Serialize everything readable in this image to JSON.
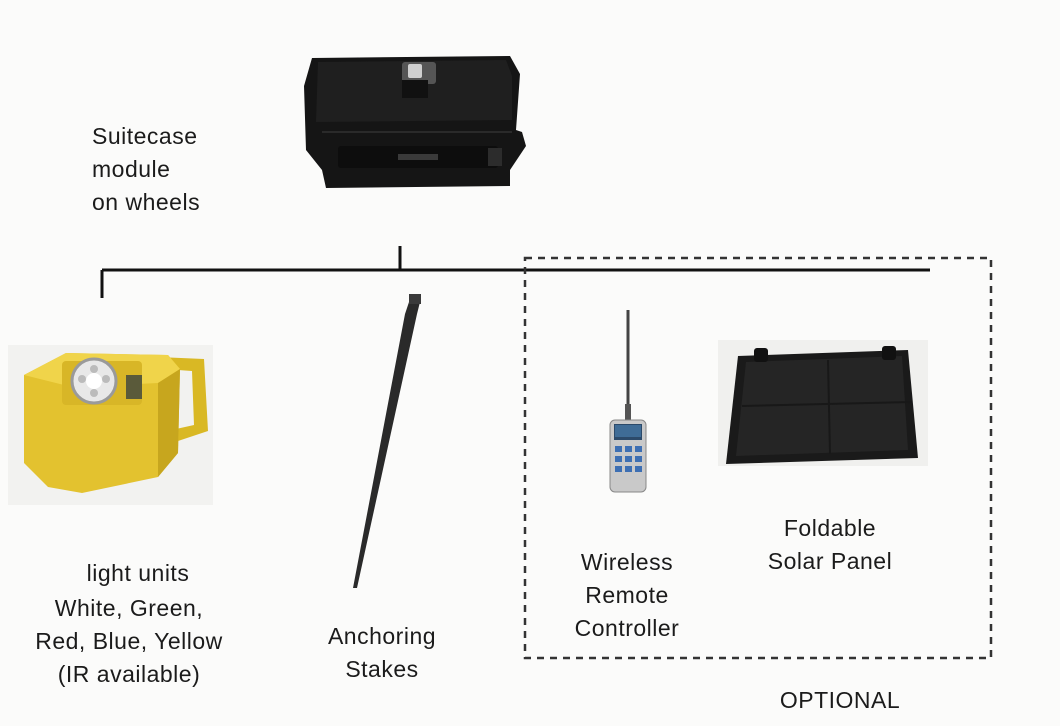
{
  "suitcase": {
    "label": "Suitecase\nmodule\non wheels"
  },
  "light_units": {
    "title": "light units",
    "detail": "White, Green,\nRed, Blue, Yellow\n(IR available)"
  },
  "stakes": {
    "label": "Anchoring\nStakes"
  },
  "remote": {
    "label": "Wireless\nRemote\nController"
  },
  "solar": {
    "label": "Foldable\nSolar Panel"
  },
  "optional_label": "OPTIONAL",
  "colors": {
    "case": "#161616",
    "light_unit": "#e0c02e",
    "stake": "#2a2a2a",
    "line": "#111111",
    "dashed": "#333333"
  }
}
